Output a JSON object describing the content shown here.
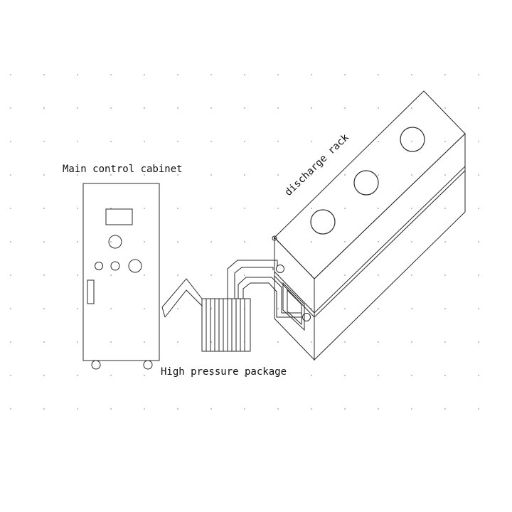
{
  "labels": {
    "cabinet": "Main control cabinet",
    "package": "High pressure package",
    "rack": "discharge rack"
  },
  "colors": {
    "line": "#2a2a2a",
    "text": "#111111",
    "grid_dot": "#9a9a9a",
    "background": "#ffffff"
  }
}
